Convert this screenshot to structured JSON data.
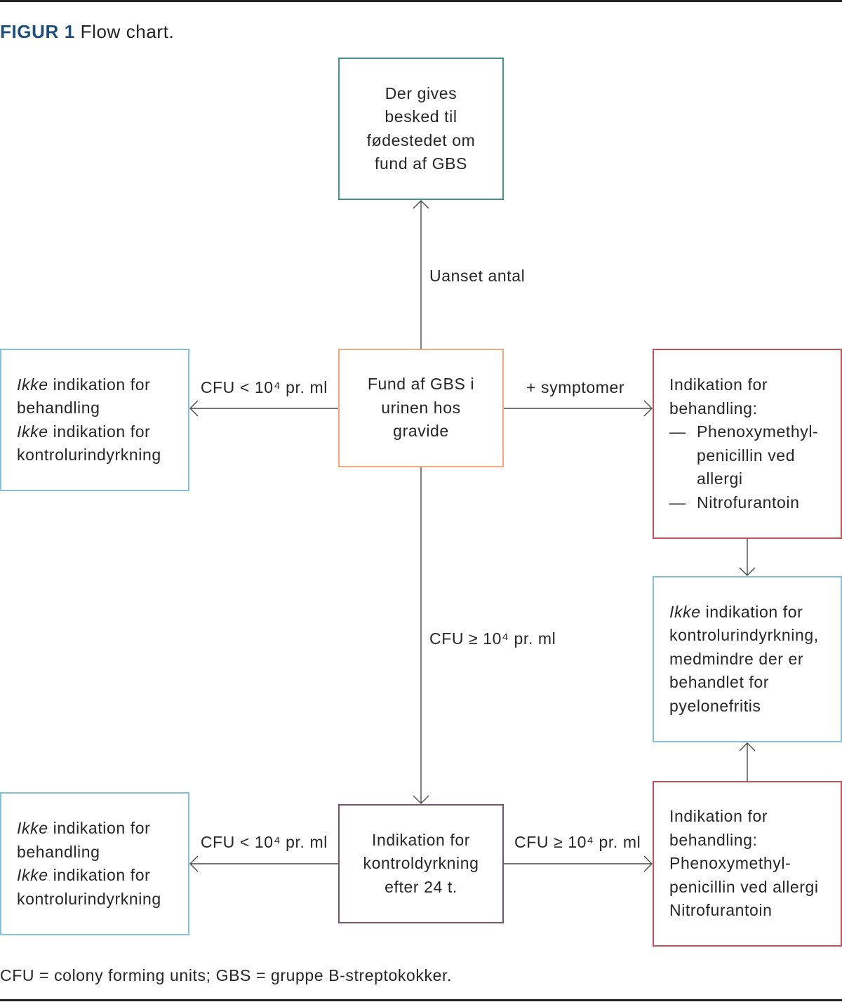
{
  "figure": {
    "label": "FIGUR 1",
    "caption": "Flow chart."
  },
  "nodes": {
    "notify": {
      "lines": [
        "Der gives",
        "besked til",
        "fødestedet om",
        "fund af GBS"
      ]
    },
    "finding": {
      "lines": [
        "Fund af GBS i",
        "urinen hos",
        "gravide"
      ]
    },
    "no_indication_upper": {
      "line1_em": "Ikke",
      "line1": " indikation for",
      "line2": "behandling",
      "line3_em": "Ikke",
      "line3": " indikation for",
      "line4": "kontrolurindyrkning"
    },
    "treatment_upper": {
      "line1": "Indikation for",
      "line2": "behandling:",
      "items": [
        {
          "bullet": "—",
          "lines": [
            "Phenoxymethyl-",
            "penicillin ved",
            "allergi"
          ]
        },
        {
          "bullet": "—",
          "lines": [
            "Nitrofurantoin"
          ]
        }
      ]
    },
    "no_control_culture": {
      "line1_em": "Ikke",
      "line1": " indikation for",
      "line2": "kontrolurindyrkning,",
      "line3": "medmindre der er",
      "line4": "behandlet for",
      "line5": "pyelonefritis"
    },
    "control_culture": {
      "lines": [
        "Indikation for",
        "kontroldyrkning",
        "efter 24 t."
      ]
    },
    "no_indication_lower": {
      "line1_em": "Ikke",
      "line1": " indikation for",
      "line2": "behandling",
      "line3_em": "Ikke",
      "line3": " indikation for",
      "line4": "kontrolurindyrkning"
    },
    "treatment_lower": {
      "lines": [
        "Indikation for",
        "behandling:",
        "Phenoxymethyl-",
        "penicillin ved allergi",
        "Nitrofurantoin"
      ]
    }
  },
  "edges": {
    "finding_to_notify": "Uanset antal",
    "finding_to_no_indication": "CFU < 10⁴ pr. ml",
    "finding_to_treatment": "+ symptomer",
    "finding_to_control": "CFU ≥ 10⁴ pr. ml",
    "control_to_no_indication": "CFU < 10⁴ pr. ml",
    "control_to_treatment": "CFU ≥ 10⁴ pr. ml"
  },
  "footnote": "CFU = colony forming units; GBS = gruppe B-streptokokker.",
  "colors": {
    "title_accent": "#1f4e79",
    "teal": "#4a8f92",
    "orange": "#efab7f",
    "light_blue": "#88c0db",
    "red": "#c2505a",
    "purple": "#735573",
    "connector": "#4a4a4a",
    "rule": "#222222"
  }
}
